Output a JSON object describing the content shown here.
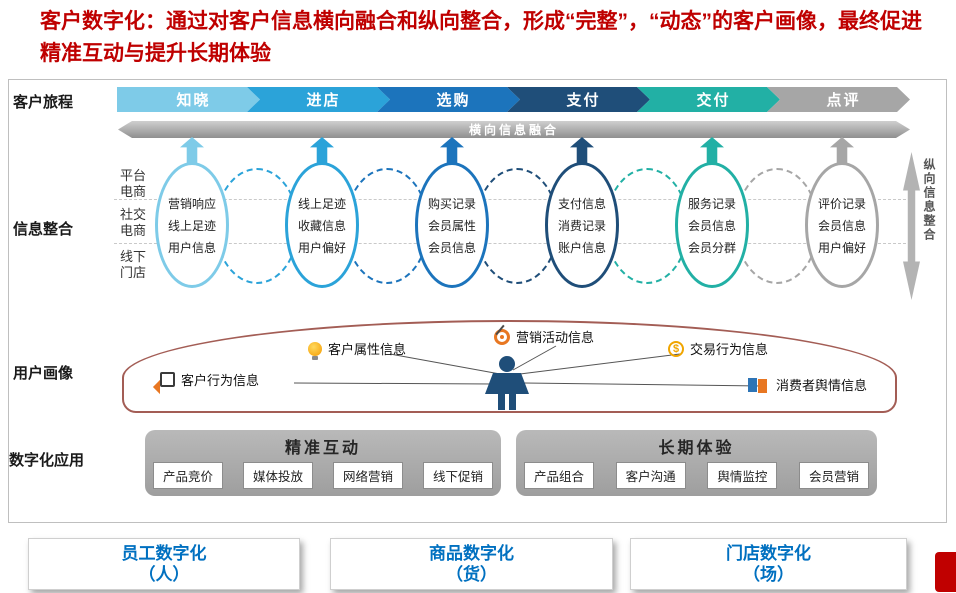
{
  "title": "客户数字化：通过对客户信息横向融合和纵向整合，形成“完整”，“动态”的客户画像，最终促进精准互动与提升长期体验",
  "sections": {
    "journey_label": "客户旅程",
    "integration_label": "信息整合",
    "portrait_label": "用户画像",
    "application_label": "数字化应用"
  },
  "journey": {
    "stages": [
      {
        "label": "知晓",
        "color": "#7ECBE8"
      },
      {
        "label": "进店",
        "color": "#2BA3D9"
      },
      {
        "label": "选购",
        "color": "#1C74BC"
      },
      {
        "label": "支付",
        "color": "#1F4E79"
      },
      {
        "label": "交付",
        "color": "#22B0A5"
      },
      {
        "label": "点评",
        "color": "#A6A6A6"
      }
    ]
  },
  "fusion": {
    "horizontal_label": "横向信息融合",
    "vertical_label": "纵向信息整合"
  },
  "channels": [
    "平台电商",
    "社交电商",
    "线下门店"
  ],
  "integration": {
    "items": [
      {
        "lines": [
          "营销响应",
          "线上足迹",
          "用户信息"
        ]
      },
      {
        "lines": [
          "线上足迹",
          "收藏信息",
          "用户偏好"
        ]
      },
      {
        "lines": [
          "购买记录",
          "会员属性",
          "会员信息"
        ]
      },
      {
        "lines": [
          "支付信息",
          "消费记录",
          "账户信息"
        ]
      },
      {
        "lines": [
          "服务记录",
          "会员信息",
          "会员分群"
        ]
      },
      {
        "lines": [
          "评价记录",
          "会员信息",
          "用户偏好"
        ]
      }
    ]
  },
  "portrait": {
    "labels": [
      {
        "text": "客户行为信息",
        "icon": "hand-pointer"
      },
      {
        "text": "客户属性信息",
        "icon": "lightbulb"
      },
      {
        "text": "营销活动信息",
        "icon": "target"
      },
      {
        "text": "交易行为信息",
        "icon": "dollar-circle"
      },
      {
        "text": "消费者舆情信息",
        "icon": "people"
      }
    ]
  },
  "applications": [
    {
      "header": "精准互动",
      "items": [
        "产品竞价",
        "媒体投放",
        "网络营销",
        "线下促销"
      ]
    },
    {
      "header": "长期体验",
      "items": [
        "产品组合",
        "客户沟通",
        "舆情监控",
        "会员营销"
      ]
    }
  ],
  "bottom_boxes": [
    {
      "line1": "员工数字化",
      "line2": "（人）"
    },
    {
      "line1": "商品数字化",
      "line2": "（货）"
    },
    {
      "line1": "门店数字化",
      "line2": "（场）"
    }
  ],
  "colors": {
    "title": "#BF0000",
    "accent_blue": "#0070C0",
    "portrait_border": "#A35D55",
    "banner_gray": "#9E9E9E"
  }
}
